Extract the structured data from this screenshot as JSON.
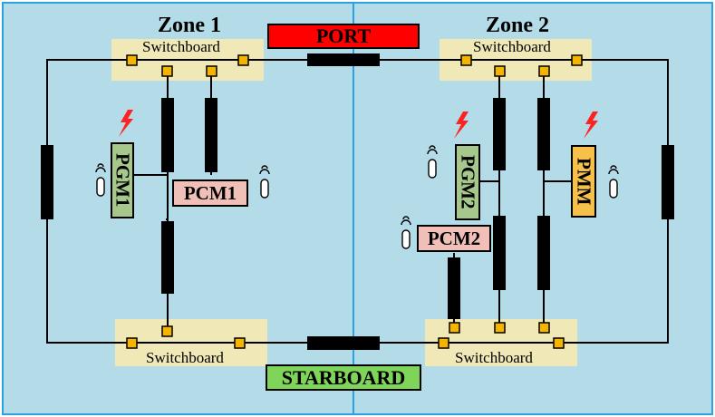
{
  "zones": [
    {
      "title": "Zone 1"
    },
    {
      "title": "Zone 2"
    }
  ],
  "buses": {
    "port_label": "PORT",
    "starboard_label": "STARBOARD"
  },
  "switchboards": [
    {
      "label": "Switchboard"
    },
    {
      "label": "Switchboard"
    },
    {
      "label": "Switchboard"
    },
    {
      "label": "Switchboard"
    }
  ],
  "modules": {
    "pgm1": "PGM1",
    "pcm1": "PCM1",
    "pgm2": "PGM2",
    "pmm": "PMM",
    "pcm2": "PCM2"
  },
  "colors": {
    "background": "#b4dbe8",
    "border": "#2aa3e0",
    "switchboard": "#f1e8b8",
    "node": "#f5b400",
    "port": "#ff0000",
    "starboard": "#7ed55a",
    "generator": "#a6c88c",
    "converter": "#f0c0b8",
    "motor": "#f7c04a",
    "lightning": "#ff2222"
  },
  "icons": [
    "lightning-icon",
    "antenna-icon"
  ]
}
